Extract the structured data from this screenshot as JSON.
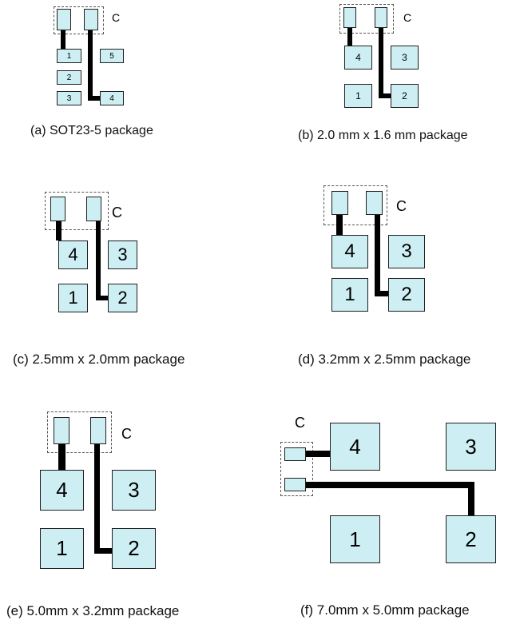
{
  "colors": {
    "pad_fill": "#cdeef3",
    "trace": "#000000",
    "outline": "#1f1f1f"
  },
  "panels": [
    {
      "caption": "(a) SOT23-5 package",
      "cap_label": "C",
      "pins": [
        "1",
        "2",
        "3",
        "4",
        "5"
      ]
    },
    {
      "caption": "(b) 2.0 mm x 1.6 mm package",
      "cap_label": "C",
      "pins": [
        "4",
        "3",
        "1",
        "2"
      ]
    },
    {
      "caption": "(c) 2.5mm x 2.0mm package",
      "cap_label": "C",
      "pins": [
        "4",
        "3",
        "1",
        "2"
      ]
    },
    {
      "caption": "(d) 3.2mm x 2.5mm package",
      "cap_label": "C",
      "pins": [
        "4",
        "3",
        "1",
        "2"
      ]
    },
    {
      "caption": "(e) 5.0mm x 3.2mm package",
      "cap_label": "C",
      "pins": [
        "4",
        "3",
        "1",
        "2"
      ]
    },
    {
      "caption": "(f) 7.0mm x 5.0mm package",
      "cap_label": "C",
      "pins": [
        "4",
        "3",
        "1",
        "2"
      ]
    }
  ]
}
